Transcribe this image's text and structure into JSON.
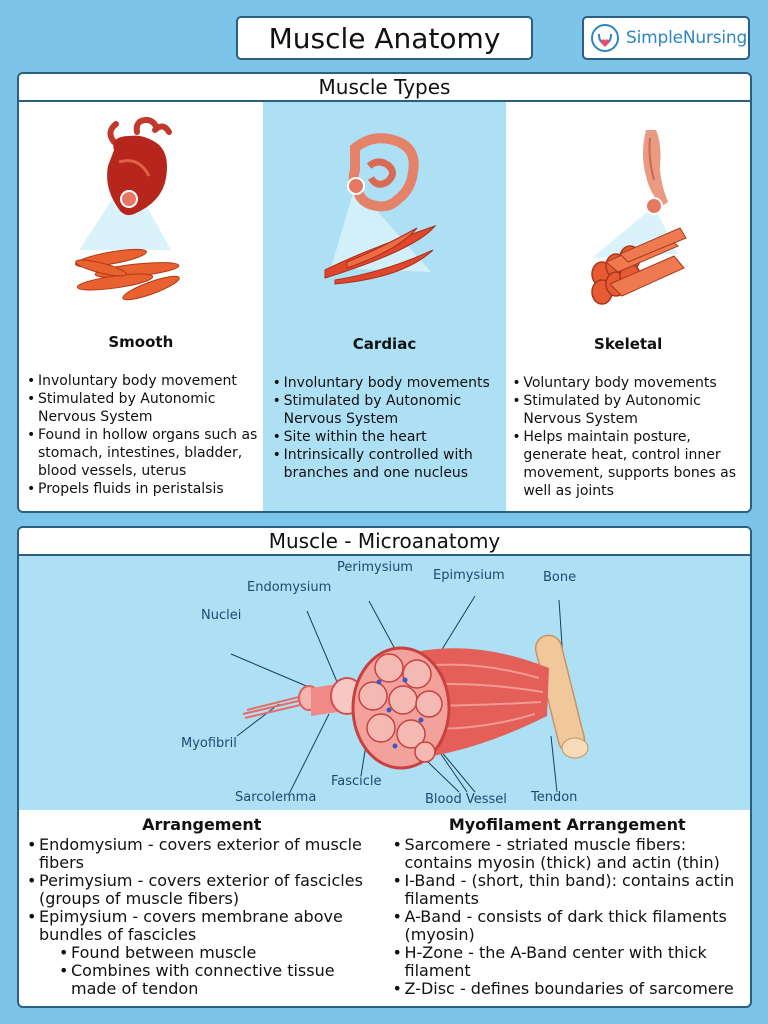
{
  "title": "Muscle Anatomy",
  "logo": {
    "text": "SimpleNursing",
    "icon": "stethoscope-heart-icon"
  },
  "muscle_types": {
    "heading": "Muscle Types",
    "columns": [
      {
        "name": "Smooth",
        "organ_icon": "heart-illustration",
        "bullets": [
          "Involuntary body movement",
          "Stimulated by Autonomic Nervous System",
          "Found in hollow organs such as stomach, intestines, bladder, blood vessels, uterus",
          "Propels fluids in peristalsis"
        ]
      },
      {
        "name": "Cardiac",
        "organ_icon": "intestine-illustration",
        "bullets": [
          "Involuntary body movements",
          "Stimulated by Autonomic Nervous System",
          "Site within the heart",
          "Intrinsically controlled with branches and one nucleus"
        ]
      },
      {
        "name": "Skeletal",
        "organ_icon": "arm-muscle-illustration",
        "bullets": [
          "Voluntary body movements",
          "Stimulated by Autonomic Nervous System",
          "Helps maintain posture, generate heat, control inner movement, supports bones as well as joints"
        ]
      }
    ]
  },
  "microanatomy": {
    "heading": "Muscle - Microanatomy",
    "labels": {
      "perimysium": "Perimysium",
      "epimysium": "Epimysium",
      "bone": "Bone",
      "endomysium": "Endomysium",
      "nuclei": "Nuclei",
      "myofibril": "Myofibril",
      "sarcolemma": "Sarcolemma",
      "fascicle": "Fascicle",
      "blood_vessel": "Blood Vessel",
      "tendon": "Tendon"
    },
    "arrangement": {
      "title": "Arrangement",
      "items": [
        {
          "text": "Endomysium - covers exterior of muscle fibers",
          "sub": false
        },
        {
          "text": "Perimysium - covers exterior of fascicles (groups of muscle fibers)",
          "sub": false
        },
        {
          "text": "Epimysium - covers membrane above bundles of fascicles",
          "sub": false
        },
        {
          "text": "Found between muscle",
          "sub": true
        },
        {
          "text": "Combines with connective tissue made of tendon",
          "sub": true
        }
      ]
    },
    "myofilament": {
      "title": "Myofilament Arrangement",
      "items": [
        {
          "text": "Sarcomere - striated muscle fibers: contains myosin (thick) and actin (thin)",
          "sub": false
        },
        {
          "text": "I-Band - (short, thin band): contains actin filaments",
          "sub": false
        },
        {
          "text": "A-Band - consists of dark thick filaments (myosin)",
          "sub": false
        },
        {
          "text": "H-Zone - the A-Band center with thick filament",
          "sub": false
        },
        {
          "text": "Z-Disc - defines boundaries of sarcomere",
          "sub": false
        }
      ]
    }
  }
}
